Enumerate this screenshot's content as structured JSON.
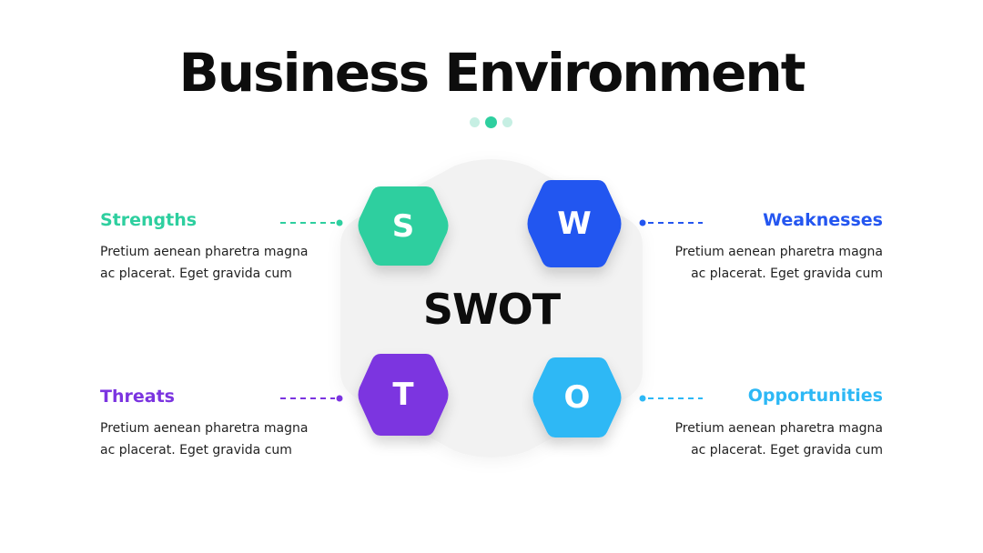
{
  "title": "Business Environment",
  "center_label": "SWOT",
  "colors": {
    "strengths": "#2ecf9f",
    "weaknesses": "#2456f0",
    "threats": "#7b34e0",
    "opportunities": "#2db8f5",
    "hex_background": "#f2f2f2",
    "dot_inactive": "#c6efe3"
  },
  "quadrants": {
    "strengths": {
      "letter": "S",
      "title": "Strengths",
      "line1": "Pretium aenean pharetra magna",
      "line2": "ac placerat. Eget gravida cum"
    },
    "weaknesses": {
      "letter": "W",
      "title": "Weaknesses",
      "line1": "Pretium aenean pharetra magna",
      "line2": "ac placerat. Eget gravida cum"
    },
    "threats": {
      "letter": "T",
      "title": "Threats",
      "line1": "Pretium aenean pharetra magna",
      "line2": "ac placerat. Eget gravida cum"
    },
    "opportunities": {
      "letter": "O",
      "title": "Opportunities",
      "line1": "Pretium aenean pharetra magna",
      "line2": "ac placerat. Eget gravida cum"
    }
  }
}
